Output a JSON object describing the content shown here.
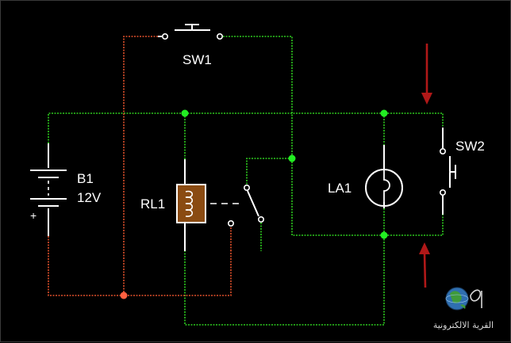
{
  "components": {
    "battery": {
      "name": "B1",
      "voltage": "12V",
      "polarity": "+"
    },
    "relay": {
      "name": "RL1"
    },
    "lamp": {
      "name": "LA1"
    },
    "switch1": {
      "name": "SW1"
    },
    "switch2": {
      "name": "SW2"
    }
  },
  "colors": {
    "background": "#000000",
    "wire_energized": "#2ecc1f",
    "wire_return": "#e0502a",
    "junction_energized": "#22ee22",
    "junction_return": "#ff6040",
    "arrow": "#b01818",
    "relay_coil": "#8a4b12"
  },
  "logo": {
    "text": "القرية الالكترونية",
    "icon": "globe-icon"
  }
}
